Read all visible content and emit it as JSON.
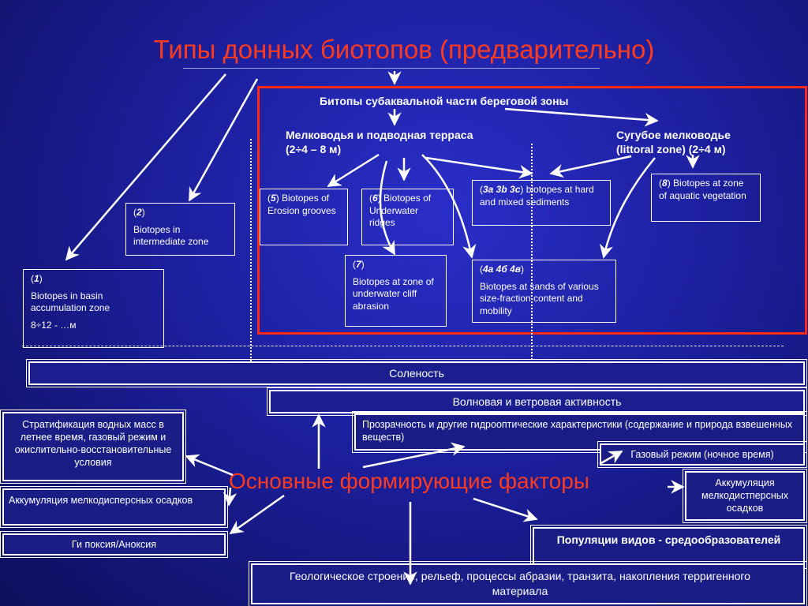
{
  "title": "Типы донных биотопов (предварительно)",
  "subaqual": {
    "header": "Битопы субаквальной части береговой зоны",
    "shallow_line1": "Мелководья и подводная терраса",
    "shallow_line2": "(2÷4 – 8 м)",
    "littoral_line1": "Сугубое мелководье",
    "littoral_line2": "(littoral zone) (2÷4 м)"
  },
  "biotopes": {
    "b1_num": "1",
    "b1_text": "Biotopes in basin accumulation zone",
    "b1_depth": "8÷12 - …м",
    "b2_num": "2",
    "b2_text": "Biotopes in intermediate zone",
    "b5_num": "5",
    "b5_text": "Biotopes of Erosion grooves",
    "b6_num": "6",
    "b6_text": "Biotopes of Underwater ridges",
    "b7_num": "7",
    "b7_text": "Biotopes at zone of  underwater cliff abrasion",
    "b3_nums": "3a      3b   3c",
    "b3_text": "biotopes at hard and mixed sediments",
    "b4_nums": "4a      4б   4в",
    "b4_text": "Biotopes at sands of various size-fraction content and mobility",
    "b8_num": "8",
    "b8_text": "Biotopes at zone of aquatic vegetation"
  },
  "factors": {
    "title": "Основные формирующие факторы",
    "salinity": "Соленость",
    "wave": "Волновая и ветровая активность",
    "stratification": "Стратификация водных масс в летнее время, газовый режим и окислительно-восстановительные условия",
    "accum_left": "Аккумуляция мелкодисперсных осадков",
    "hypoxia": "Ги поксия/Аноксия",
    "transparency": "Прозрачность и другие гидрооптические характеристики (содержание и природа взвешенных веществ)",
    "gas": "Газовый режим (ночное время)",
    "accum_right": "Аккумуляция мелкодистперсных осадков",
    "populations": "Популяции видов - средообразователей",
    "geology": "Геологическое строение, рельеф, процессы абразии, транзита, накопления терригенного материала"
  },
  "colors": {
    "title": "#ff3b1f",
    "frame": "#ff2a14",
    "background": "#1c1f9c"
  }
}
